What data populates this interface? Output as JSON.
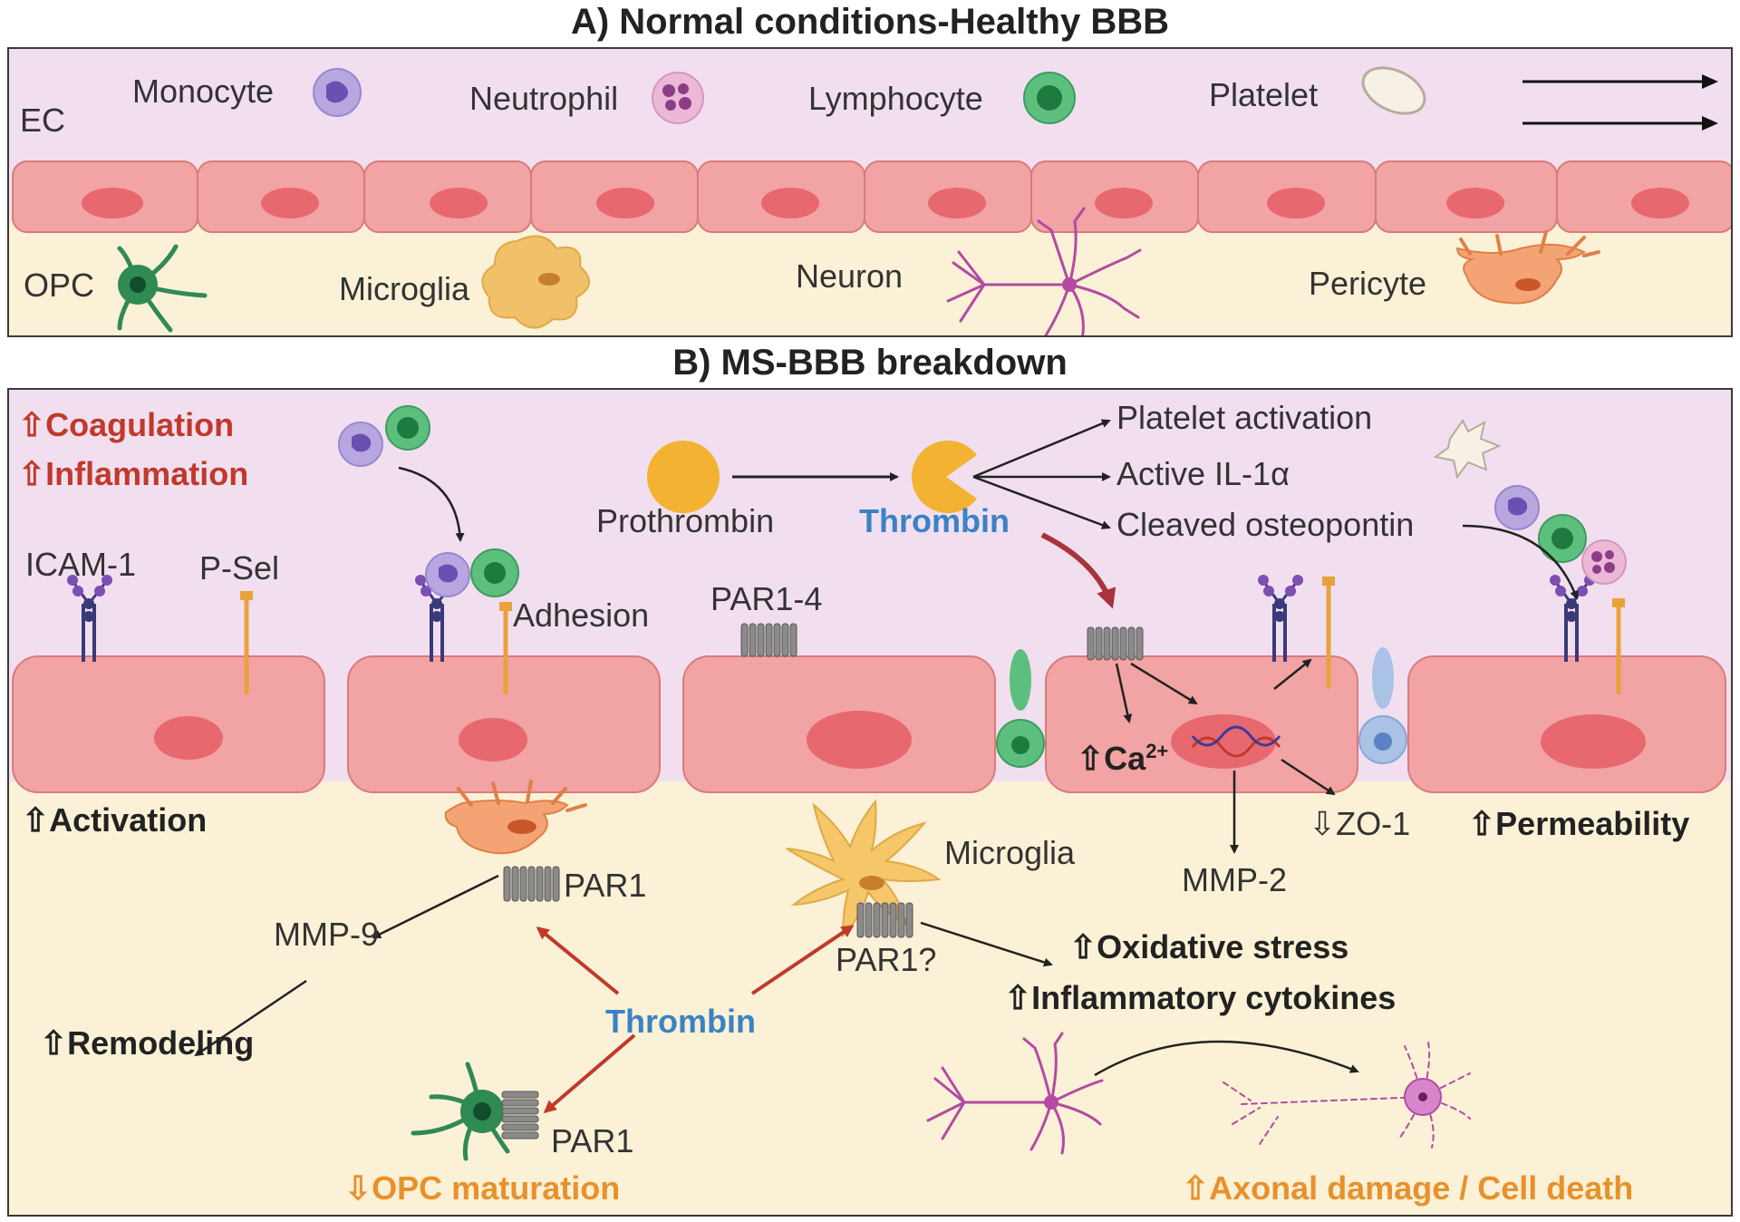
{
  "panel_a": {
    "title": "A) Normal conditions-Healthy BBB",
    "ec_label": "EC",
    "cells": {
      "monocyte": "Monocyte",
      "neutrophil": "Neutrophil",
      "lymphocyte": "Lymphocyte",
      "platelet": "Platelet",
      "opc": "OPC",
      "microglia": "Microglia",
      "neuron": "Neuron",
      "pericyte": "Pericyte"
    }
  },
  "panel_b": {
    "title": "B) MS-BBB breakdown",
    "coagulation": "⇧Coagulation",
    "inflammation": "⇧Inflammation",
    "icam": "ICAM-1",
    "psel": "P-Sel",
    "adhesion": "Adhesion",
    "par14": "PAR1-4",
    "prothrombin": "Prothrombin",
    "thrombin_top": "Thrombin",
    "platelet_activation": "Platelet activation",
    "active_il": "Active IL-1α",
    "cleaved_opn": "Cleaved osteopontin",
    "ca_prefix": "⇧Ca",
    "ca_sup": "2+",
    "zo1": "⇩ZO-1",
    "mmp2": "MMP-2",
    "activation": "⇧Activation",
    "permeability": "⇧Permeability",
    "par1_pericyte": "PAR1",
    "mmp9": "MMP-9",
    "remodeling": "⇧Remodeling",
    "microglia": "Microglia",
    "par1q": "PAR1?",
    "oxidative": "⇧Oxidative stress",
    "cytokines": "⇧Inflammatory cytokines",
    "thrombin_bottom": "Thrombin",
    "par1_opc": "PAR1",
    "opc_maturation": "⇩OPC maturation",
    "axonal": "⇧Axonal damage / Cell death"
  },
  "colors": {
    "blood": "#f1dff0",
    "brain": "#faf1d6",
    "endothelial": "#f2a3a3",
    "nucleus": "#e8686f",
    "red_text": "#c0392b",
    "blue_text": "#3b82c4",
    "orange_text": "#e8912c"
  }
}
